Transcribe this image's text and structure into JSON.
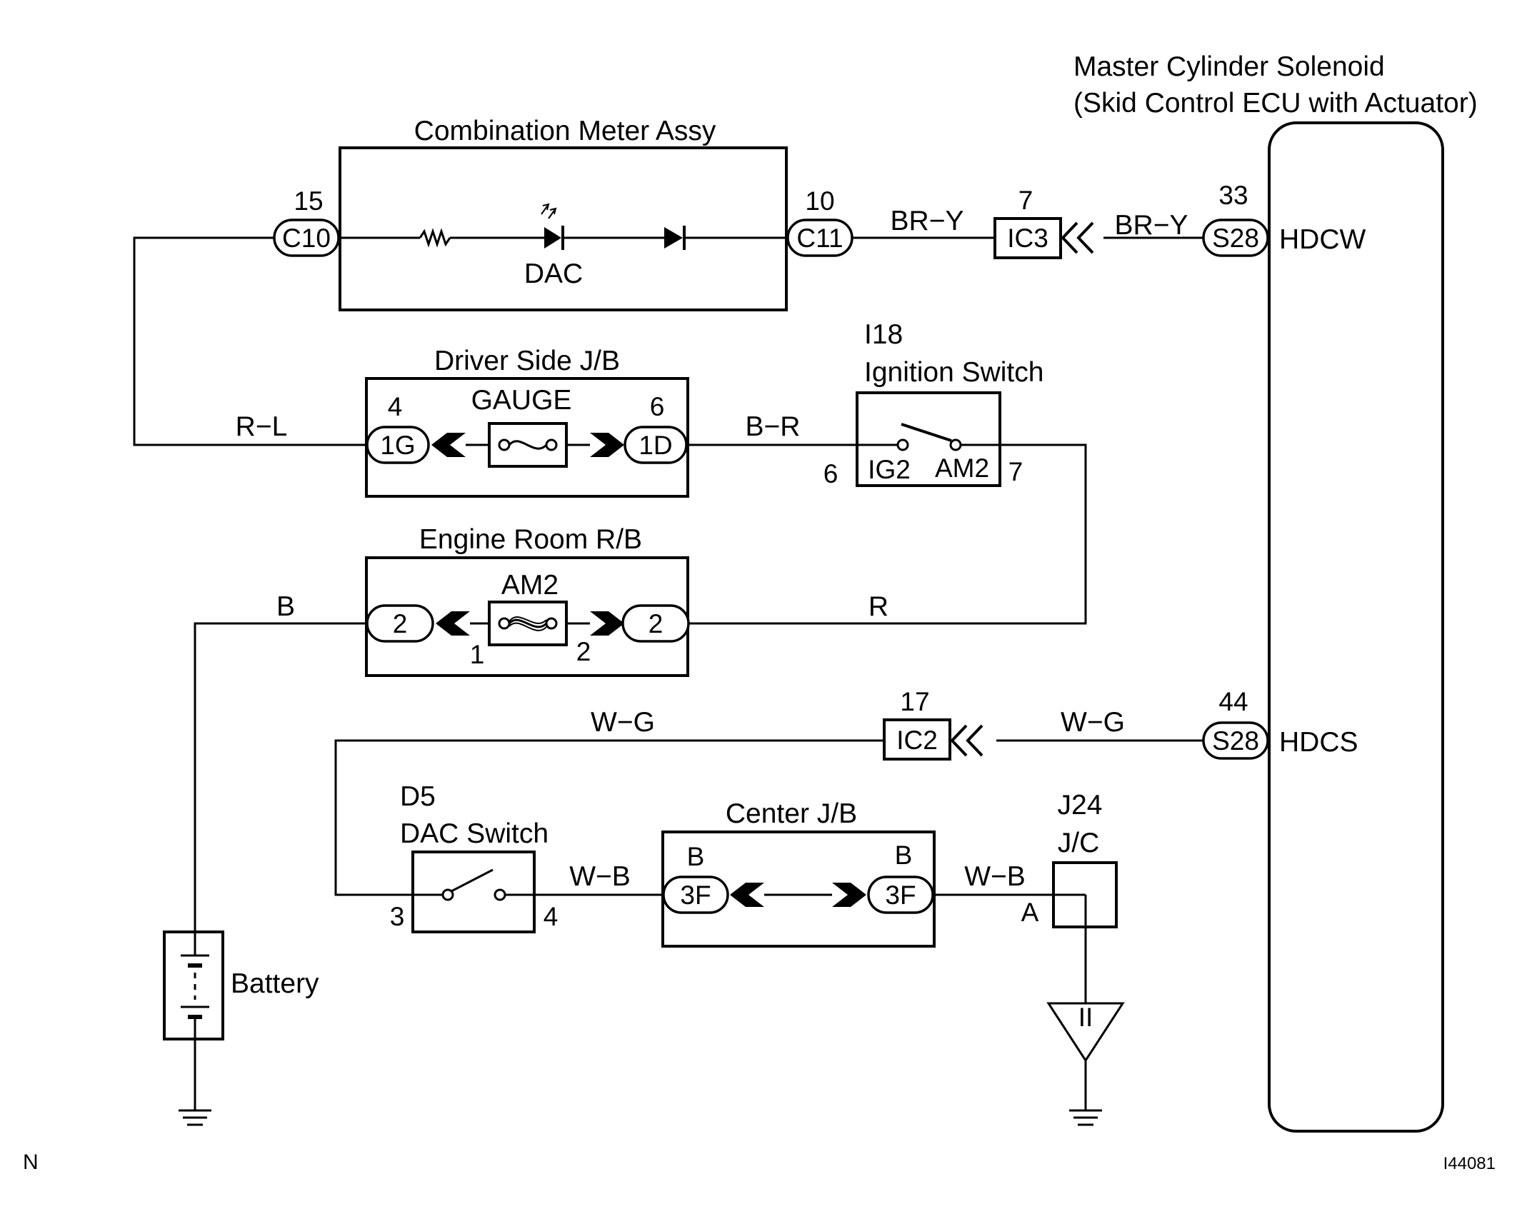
{
  "components": {
    "meter": {
      "title": "Combination Meter Assy",
      "lamp_label": "DAC"
    },
    "ecu": {
      "title_line1": "Master Cylinder Solenoid",
      "title_line2": "(Skid Control ECU with Actuator)",
      "pin_hdcw": "HDCW",
      "pin_hdcs": "HDCS"
    },
    "driver_jb": {
      "title": "Driver Side J/B",
      "fuse": "GAUGE"
    },
    "ignition": {
      "code": "I18",
      "title": "Ignition Switch",
      "pin_ig2": "IG2",
      "pin_am2": "AM2"
    },
    "engine_rb": {
      "title": "Engine Room R/B",
      "fuse": "AM2"
    },
    "dac_switch": {
      "code": "D5",
      "title": "DAC Switch"
    },
    "center_jb": {
      "title": "Center J/B"
    },
    "jc": {
      "code": "J24",
      "title": "J/C"
    },
    "ground_point": "II",
    "battery": "Battery"
  },
  "connectors": {
    "c10": "C10",
    "c11": "C11",
    "ic3": "IC3",
    "s28_top": "S28",
    "g1": "1G",
    "d1": "1D",
    "rb_left": "2",
    "rb_right": "2",
    "ic2": "IC2",
    "s28_bottom": "S28",
    "f3_left": "3F",
    "f3_right": "3F"
  },
  "pins": {
    "c10": "15",
    "c11": "10",
    "ic3": "7",
    "s28_top": "33",
    "g1": "4",
    "d1": "6",
    "ign_left": "6",
    "ign_right": "7",
    "am2_in": "1",
    "am2_out": "2",
    "ic2": "17",
    "s28_bottom": "44",
    "sw_left": "3",
    "sw_right": "4",
    "cjb_left": "B",
    "cjb_right": "B",
    "jc_a": "A"
  },
  "wires": {
    "meter_to_ic3": "BR−Y",
    "ic3_to_ecu": "BR−Y",
    "meter_to_jb": "R−L",
    "jb_to_ign": "B−R",
    "battery_to_rb": "B",
    "rb_to_ign": "R",
    "ic2_to_switch": "W−G",
    "ecu_to_ic2": "W−G",
    "switch_to_cjb": "W−B",
    "cjb_to_jc": "W−B"
  },
  "footer": {
    "left": "N",
    "right": "I44081"
  }
}
